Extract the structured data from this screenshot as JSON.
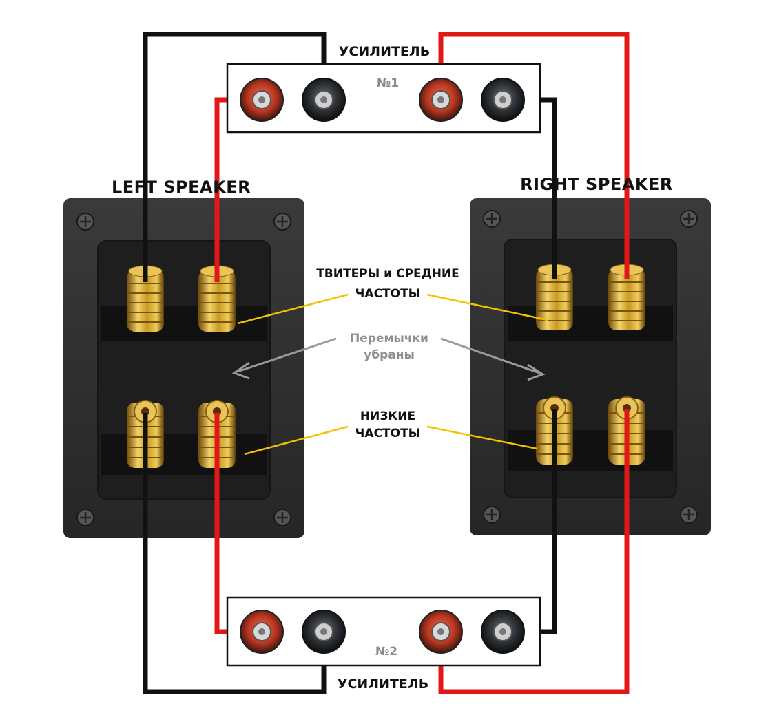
{
  "amplifier_top": {
    "label": "УСИЛИТЕЛЬ",
    "number": "№1"
  },
  "amplifier_bottom": {
    "label": "УСИЛИТЕЛЬ",
    "number": "№2"
  },
  "left_speaker": {
    "label": "LEFT SPEAKER"
  },
  "right_speaker": {
    "label": "RIGHT SPEAKER"
  },
  "annotations": {
    "high_mid_line1": "ТВИТЕРЫ и СРЕДНИЕ",
    "high_mid_line2": "ЧАСТОТЫ",
    "jumpers_line1": "Перемычки",
    "jumpers_line2": "убраны",
    "low_line1": "НИЗКИЕ",
    "low_line2": "ЧАСТОТЫ"
  },
  "colors": {
    "positive_wire": "#e01818",
    "negative_wire": "#111111",
    "callout_line": "#f2c200",
    "jumper_arrow": "#9a9a9a",
    "speaker_plate": "#2e2e2e"
  }
}
